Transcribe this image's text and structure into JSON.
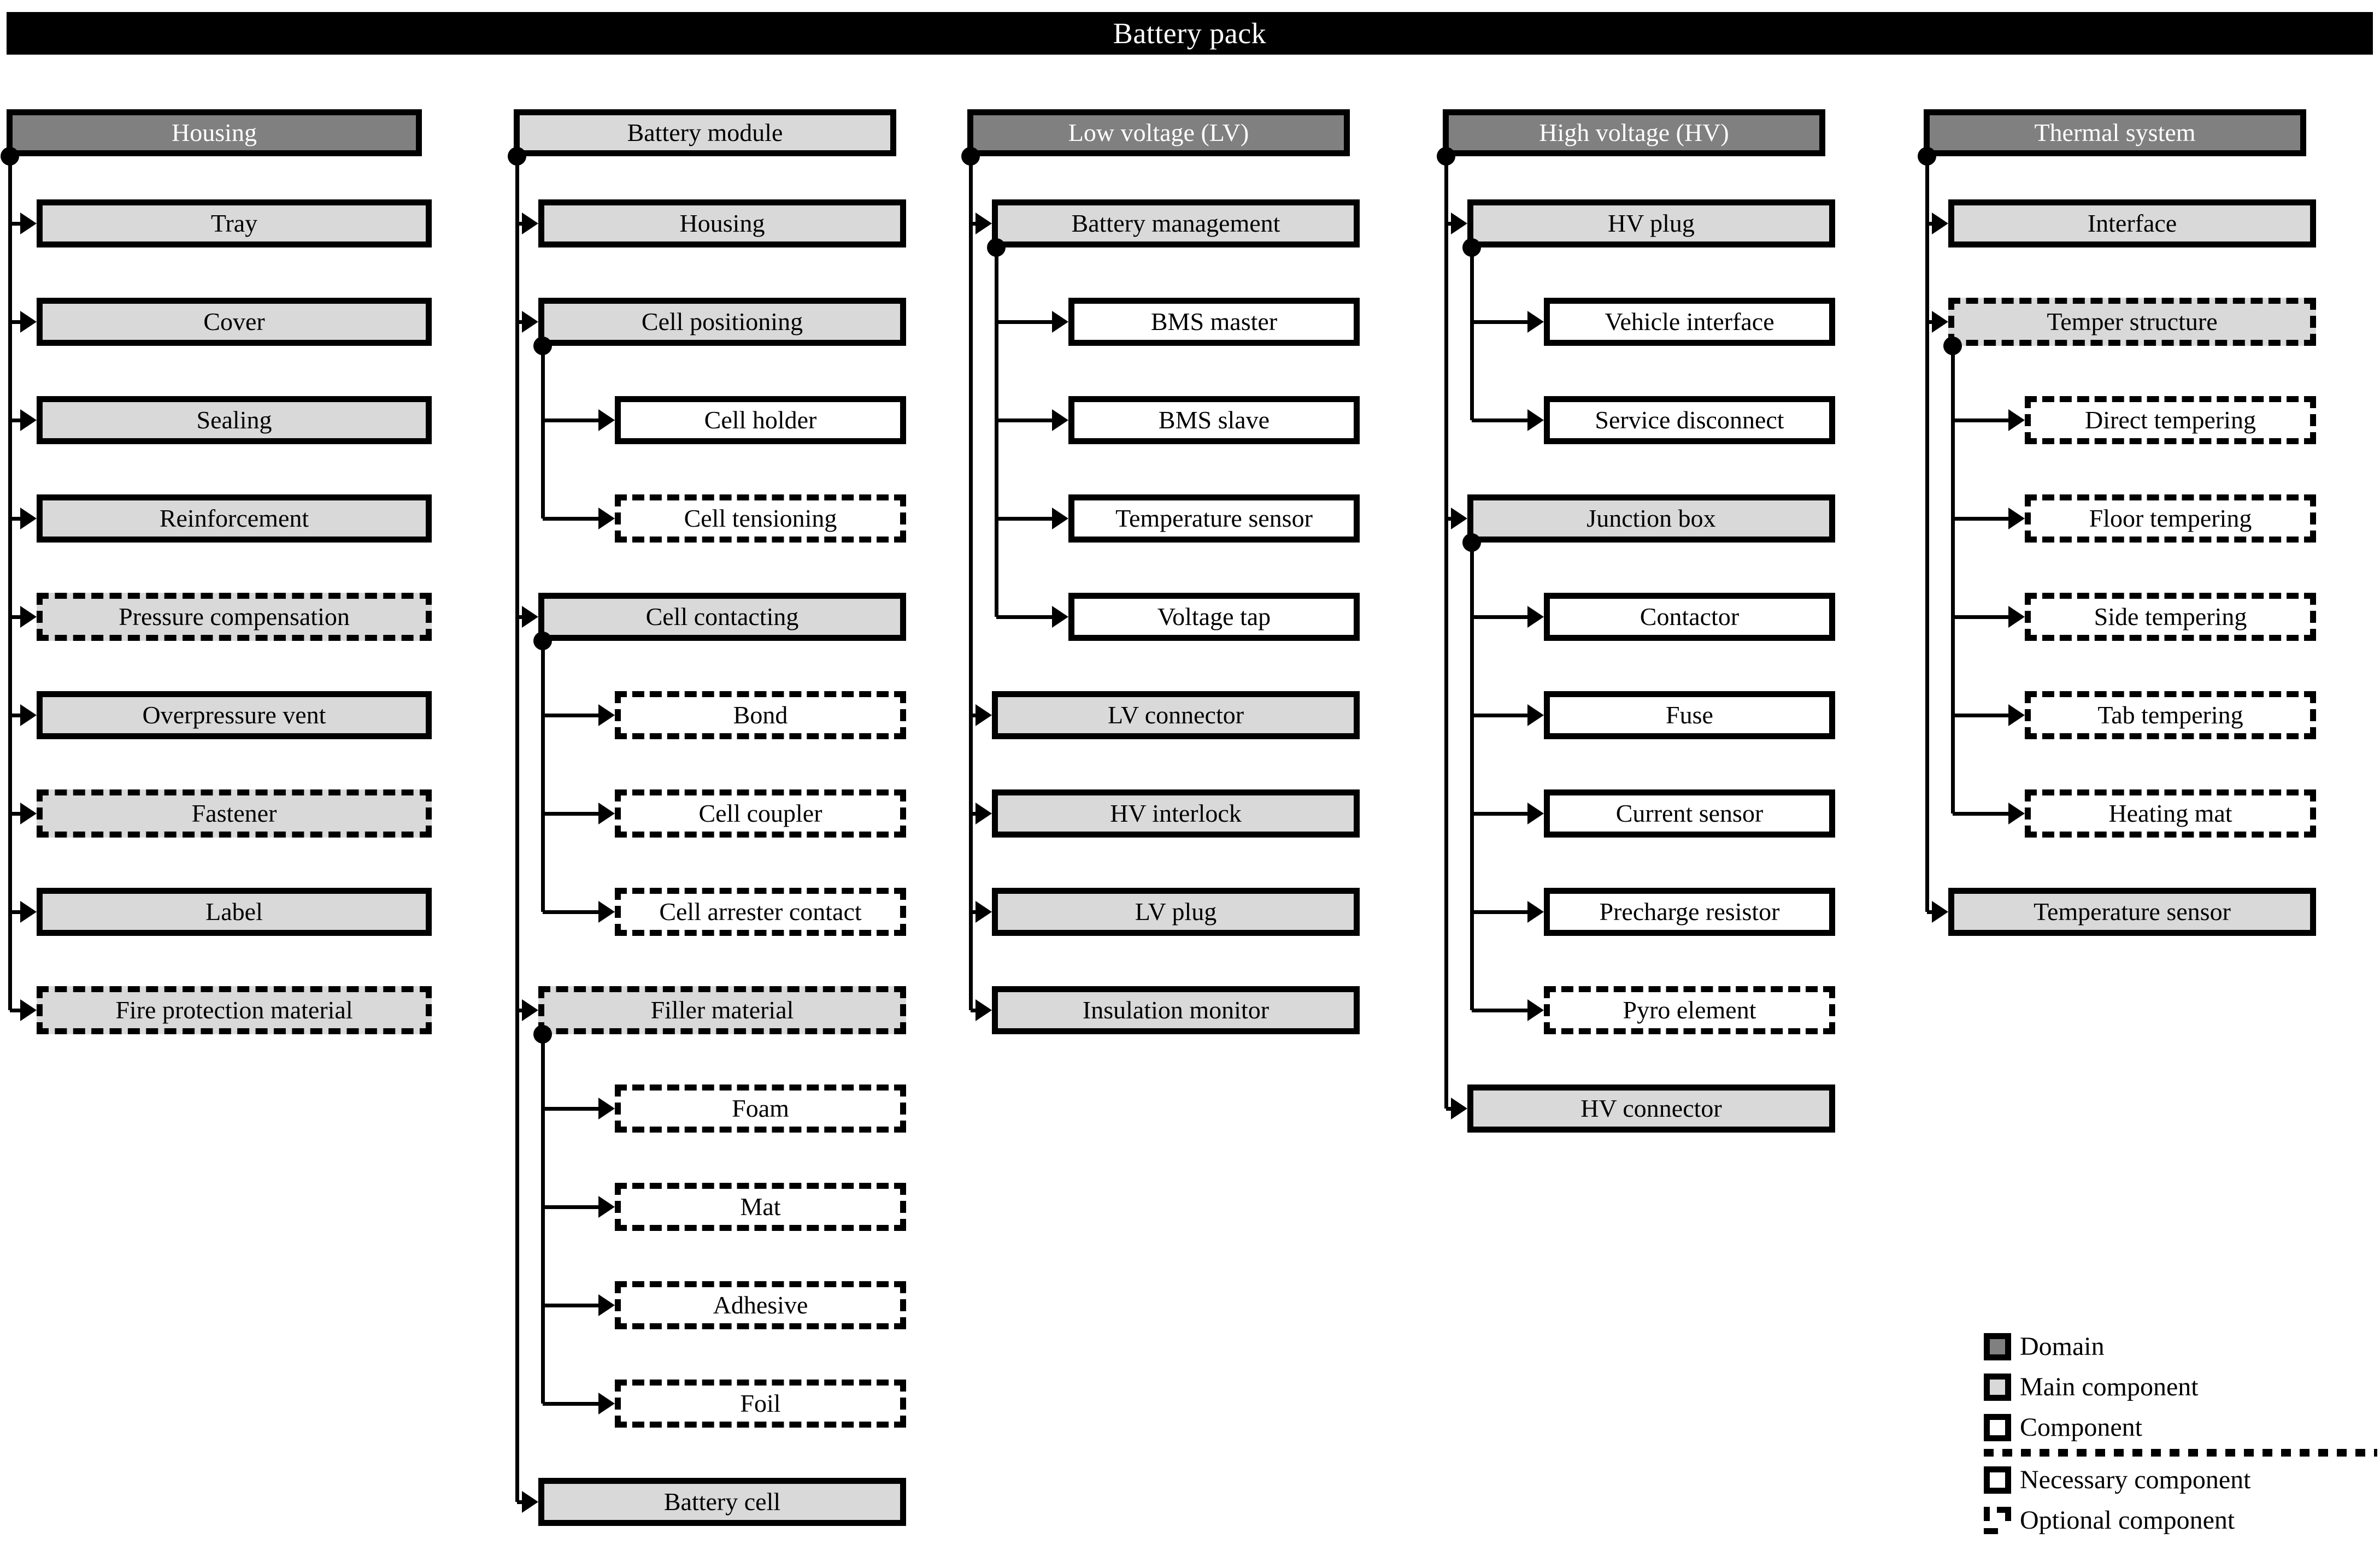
{
  "title": "Battery pack",
  "columns": [
    {
      "id": "housing",
      "header": "Housing",
      "header_style": "domain",
      "children": [
        {
          "label": "Tray",
          "style": "main",
          "border": "solid"
        },
        {
          "label": "Cover",
          "style": "main",
          "border": "solid"
        },
        {
          "label": "Sealing",
          "style": "main",
          "border": "solid"
        },
        {
          "label": "Reinforcement",
          "style": "main",
          "border": "solid"
        },
        {
          "label": "Pressure compensation",
          "style": "main",
          "border": "dashed"
        },
        {
          "label": "Overpressure vent",
          "style": "main",
          "border": "solid"
        },
        {
          "label": "Fastener",
          "style": "main",
          "border": "dashed"
        },
        {
          "label": "Label",
          "style": "main",
          "border": "solid"
        },
        {
          "label": "Fire protection material",
          "style": "main",
          "border": "dashed"
        }
      ]
    },
    {
      "id": "battery-module",
      "header": "Battery module",
      "header_style": "main",
      "children": [
        {
          "label": "Housing",
          "style": "main",
          "border": "solid"
        },
        {
          "label": "Cell positioning",
          "style": "main",
          "border": "solid",
          "children": [
            {
              "label": "Cell holder",
              "style": "comp",
              "border": "solid"
            },
            {
              "label": "Cell tensioning",
              "style": "comp",
              "border": "dashed"
            }
          ]
        },
        {
          "label": "Cell contacting",
          "style": "main",
          "border": "solid",
          "children": [
            {
              "label": "Bond",
              "style": "comp",
              "border": "dashed"
            },
            {
              "label": "Cell coupler",
              "style": "comp",
              "border": "dashed"
            },
            {
              "label": "Cell arrester contact",
              "style": "comp",
              "border": "dashed"
            }
          ]
        },
        {
          "label": "Filler material",
          "style": "main",
          "border": "dashed",
          "children": [
            {
              "label": "Foam",
              "style": "comp",
              "border": "dashed"
            },
            {
              "label": "Mat",
              "style": "comp",
              "border": "dashed"
            },
            {
              "label": "Adhesive",
              "style": "comp",
              "border": "dashed"
            },
            {
              "label": "Foil",
              "style": "comp",
              "border": "dashed"
            }
          ]
        },
        {
          "label": "Battery cell",
          "style": "main",
          "border": "solid"
        }
      ]
    },
    {
      "id": "low-voltage",
      "header": "Low voltage (LV)",
      "header_style": "domain",
      "children": [
        {
          "label": "Battery management",
          "style": "main",
          "border": "solid",
          "children": [
            {
              "label": "BMS master",
              "style": "comp",
              "border": "solid"
            },
            {
              "label": "BMS slave",
              "style": "comp",
              "border": "solid"
            },
            {
              "label": "Temperature sensor",
              "style": "comp",
              "border": "solid"
            },
            {
              "label": "Voltage tap",
              "style": "comp",
              "border": "solid"
            }
          ]
        },
        {
          "label": "LV connector",
          "style": "main",
          "border": "solid"
        },
        {
          "label": "HV interlock",
          "style": "main",
          "border": "solid"
        },
        {
          "label": "LV plug",
          "style": "main",
          "border": "solid"
        },
        {
          "label": "Insulation monitor",
          "style": "main",
          "border": "solid"
        }
      ]
    },
    {
      "id": "high-voltage",
      "header": "High voltage (HV)",
      "header_style": "domain",
      "children": [
        {
          "label": "HV plug",
          "style": "main",
          "border": "solid",
          "children": [
            {
              "label": "Vehicle interface",
              "style": "comp",
              "border": "solid"
            },
            {
              "label": "Service disconnect",
              "style": "comp",
              "border": "solid"
            }
          ]
        },
        {
          "label": "Junction box",
          "style": "main",
          "border": "solid",
          "children": [
            {
              "label": "Contactor",
              "style": "comp",
              "border": "solid"
            },
            {
              "label": "Fuse",
              "style": "comp",
              "border": "solid"
            },
            {
              "label": "Current sensor",
              "style": "comp",
              "border": "solid"
            },
            {
              "label": "Precharge resistor",
              "style": "comp",
              "border": "solid"
            },
            {
              "label": "Pyro element",
              "style": "comp",
              "border": "dashed"
            }
          ]
        },
        {
          "label": "HV connector",
          "style": "main",
          "border": "solid"
        }
      ]
    },
    {
      "id": "thermal-system",
      "header": "Thermal system",
      "header_style": "domain",
      "children": [
        {
          "label": "Interface",
          "style": "main",
          "border": "solid"
        },
        {
          "label": "Temper structure",
          "style": "main",
          "border": "dashed",
          "children": [
            {
              "label": "Direct tempering",
              "style": "comp",
              "border": "dashed"
            },
            {
              "label": "Floor tempering",
              "style": "comp",
              "border": "dashed"
            },
            {
              "label": "Side tempering",
              "style": "comp",
              "border": "dashed"
            },
            {
              "label": "Tab tempering",
              "style": "comp",
              "border": "dashed"
            },
            {
              "label": "Heating mat",
              "style": "comp",
              "border": "dashed"
            }
          ]
        },
        {
          "label": "Temperature sensor",
          "style": "main",
          "border": "solid"
        }
      ]
    }
  ],
  "legend": {
    "items": [
      {
        "key": "domain",
        "label": "Domain"
      },
      {
        "key": "main",
        "label": "Main component"
      },
      {
        "key": "comp",
        "label": "Component"
      },
      {
        "key": "necessary",
        "label": "Necessary component"
      },
      {
        "key": "optional",
        "label": "Optional component"
      }
    ]
  },
  "colors": {
    "domain": "#808080",
    "main": "#d9d9d9",
    "component": "#ffffff",
    "line": "#000000",
    "title_bg": "#000000",
    "title_fg": "#ffffff"
  }
}
